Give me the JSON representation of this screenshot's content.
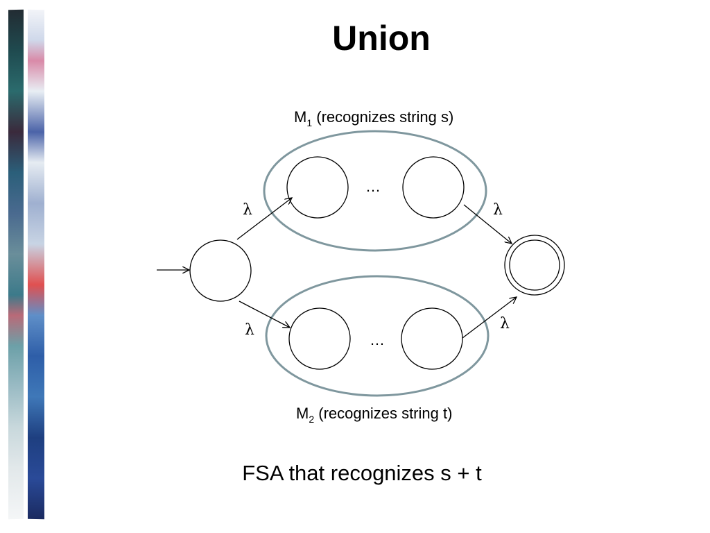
{
  "title": "Union",
  "machine_1": {
    "name_main": "M",
    "name_sub": "1",
    "description": " (recognizes string s)"
  },
  "machine_2": {
    "name_main": "M",
    "name_sub": "2",
    "description": " (recognizes string t)"
  },
  "transition_label": "λ",
  "ellipsis": "…",
  "caption": "FSA that recognizes s + t",
  "colors": {
    "machine_outline": "#7f979e",
    "state_stroke": "#000000"
  }
}
